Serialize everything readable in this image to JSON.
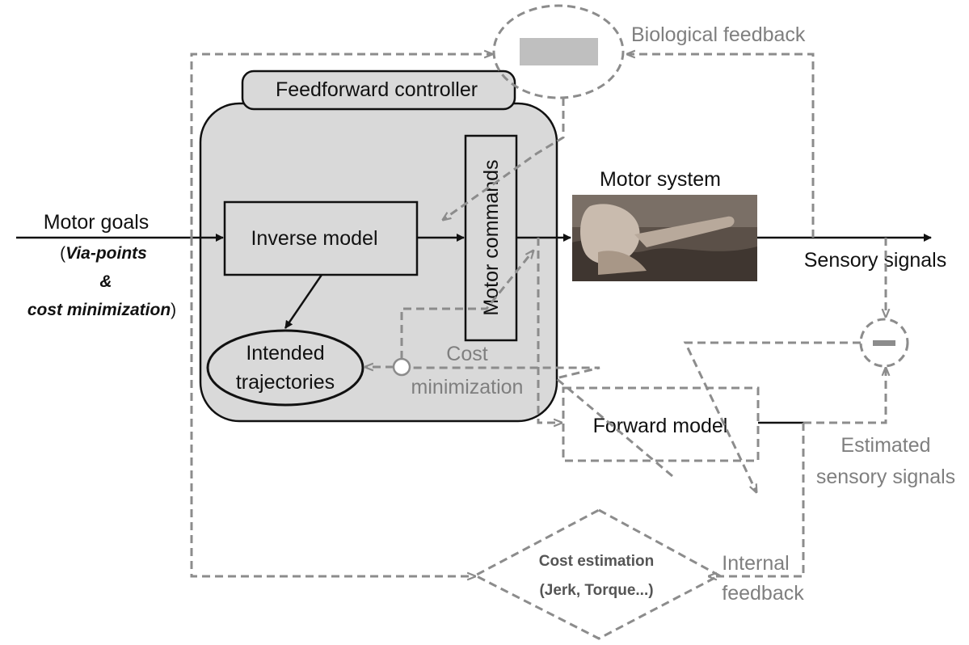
{
  "blocks": {
    "feedforward": "Feedforward controller",
    "inverse": "Inverse model",
    "motor_commands": "Motor commands",
    "intended_line1": "Intended",
    "intended_line2": "trajectories",
    "forward": "Forward model",
    "motor_system": "Motor system"
  },
  "labels": {
    "biological_feedback": "Biological feedback",
    "sensory_signals": "Sensory signals",
    "motor_goals": "Motor goals",
    "via_paren_open": "(",
    "via_points": "Via-points",
    "ampersand": "&",
    "cost_min": "cost  minimization",
    "paren_close": ")",
    "cost_line1": "Cost",
    "cost_line2": "minimization",
    "estimated_line1": "Estimated",
    "estimated_line2": "sensory signals",
    "internal_line1": "Internal",
    "internal_line2": "feedback",
    "cost_est_line1": "Cost estimation",
    "cost_est_line2": "(Jerk, Torque...)",
    "minus_sign": "−"
  },
  "colors": {
    "controller_fill": "#d9d9d9",
    "dashed_gray": "#8c8c8c",
    "gray_text": "#7f7f7f",
    "dark": "#111111"
  }
}
